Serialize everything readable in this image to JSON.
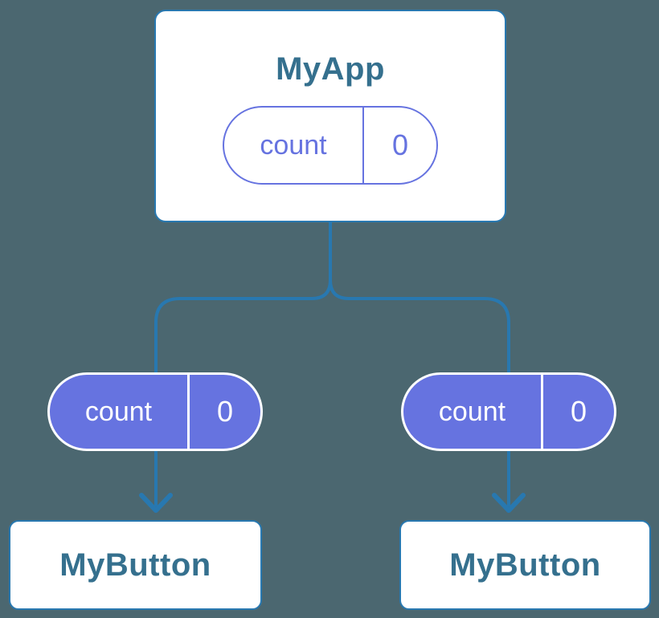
{
  "theme": {
    "background": "#4B6770",
    "line": "#2878B0",
    "node_border": "#2878B0",
    "node_fill": "#FFFFFF",
    "label_text": "#35708E",
    "pill_purple": "#6673E0",
    "pill_text_on_purple": "#FFFFFF"
  },
  "diagram": {
    "type": "component-tree",
    "root": {
      "label": "MyApp",
      "pill": {
        "name": "count",
        "value": "0"
      }
    },
    "children": [
      {
        "label": "MyButton",
        "pill": {
          "name": "count",
          "value": "0"
        }
      },
      {
        "label": "MyButton",
        "pill": {
          "name": "count",
          "value": "0"
        }
      }
    ]
  }
}
